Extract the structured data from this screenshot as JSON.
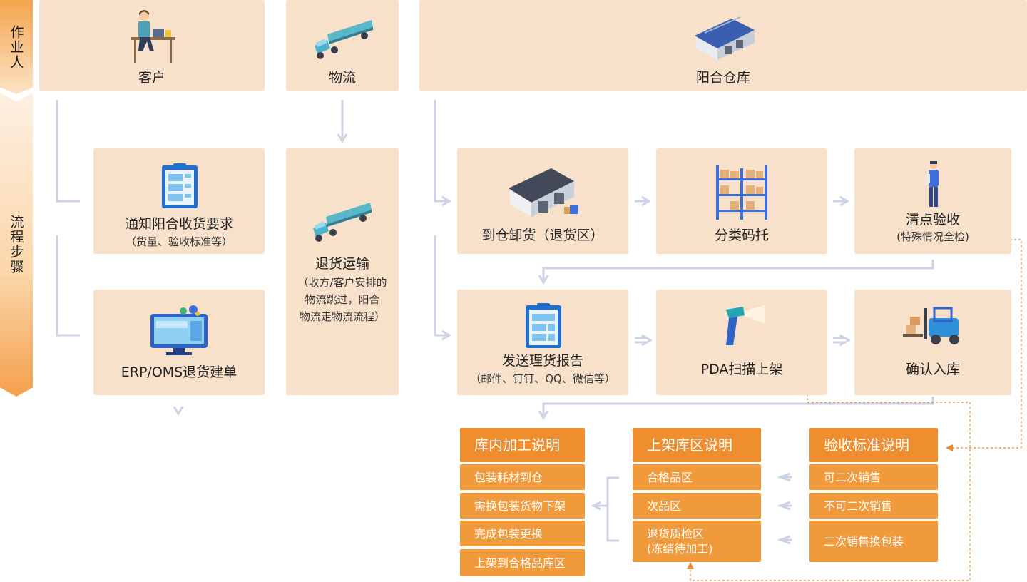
{
  "lanes": {
    "actor": "作业人",
    "process": "流程步骤"
  },
  "actors": {
    "customer": "客户",
    "logistics": "物流",
    "warehouse": "阳合仓库"
  },
  "steps": {
    "notify": {
      "title": "通知阳合收货要求",
      "sub": "（货量、验收标准等）"
    },
    "erp": {
      "title": "ERP/OMS退货建单"
    },
    "transport": {
      "title": "退货运输",
      "sub1": "（收方/客户安排的",
      "sub2": "物流跳过，阳合",
      "sub3": "物流走物流流程）"
    },
    "unload": {
      "title": "到仓卸货（退货区）"
    },
    "sort": {
      "title": "分类码托"
    },
    "inspect": {
      "title": "清点验收",
      "sub": "(特殊情况全检)"
    },
    "report": {
      "title": "发送理货报告",
      "sub": "（邮件、钉钉、QQ、微信等）"
    },
    "pda": {
      "title": "PDA扫描上架"
    },
    "confirm": {
      "title": "确认入库"
    }
  },
  "panels": {
    "processing": {
      "header": "库内加工说明",
      "items": [
        "包装耗材到仓",
        "需换包装货物下架",
        "完成包装更换",
        "上架到合格品库区"
      ]
    },
    "shelving": {
      "header": "上架库区说明",
      "items": [
        "合格品区",
        "次品区",
        "退货质检区",
        "(冻结待加工)"
      ]
    },
    "acceptance": {
      "header": "验收标准说明",
      "items": [
        "可二次销售",
        "不可二次销售",
        "二次销售换包装"
      ]
    }
  },
  "colors": {
    "box_bg": "#f8e1cb",
    "accent": "#ef8e2e",
    "item": "#f19a3c",
    "connector": "#cdd3e6",
    "dotted": "#e8892b"
  },
  "icons": [
    "person-at-desk-icon",
    "truck-icon",
    "warehouse-icon",
    "clipboard-icon",
    "computer-icon",
    "shelving-rack-icon",
    "worker-icon",
    "barcode-scanner-icon",
    "forklift-icon"
  ]
}
